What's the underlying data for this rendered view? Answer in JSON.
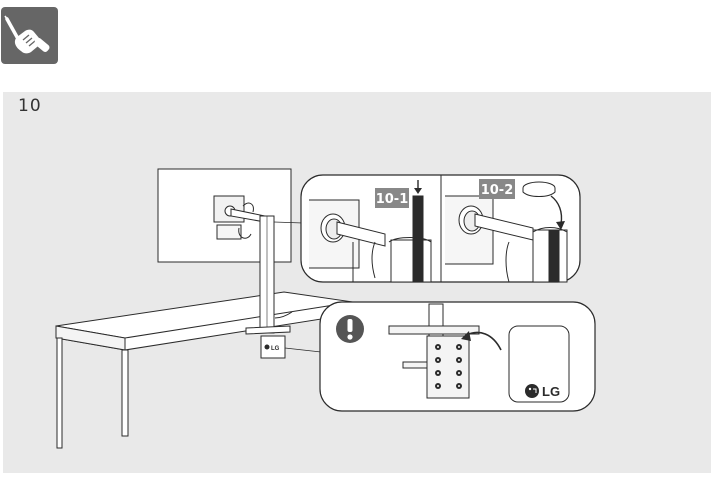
{
  "header": {
    "tool_icon": "screwdriver-icon"
  },
  "step": {
    "number": "10"
  },
  "callouts": {
    "sub_step_1": "10-1",
    "sub_step_2": "10-2",
    "caution_icon": "exclamation-icon"
  },
  "branding": {
    "logo_text": "LG"
  },
  "colors": {
    "badge_bg": "#666666",
    "panel_bg": "#e9e9e9",
    "label_bg": "#888888",
    "line": "#2b2b2b",
    "caution_bg": "#555555"
  }
}
